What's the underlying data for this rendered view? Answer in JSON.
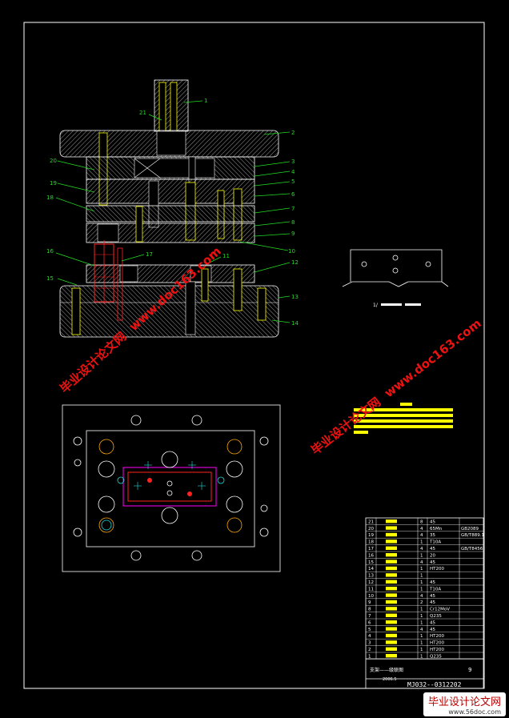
{
  "drawing": {
    "part_numbers": [
      "1",
      "2",
      "3",
      "4",
      "5",
      "6",
      "7",
      "8",
      "9",
      "10",
      "11",
      "12",
      "13",
      "14",
      "15",
      "16",
      "17",
      "18",
      "19",
      "20",
      "21"
    ],
    "scale_label": "1/"
  },
  "title_block": {
    "drawing_number": "MJ032--0312202",
    "name": "支架——级联图",
    "sheet": "9",
    "rows": [
      {
        "no": "21",
        "qty": "8",
        "mat": "45",
        "std": ""
      },
      {
        "no": "20",
        "qty": "4",
        "mat": "65Mn",
        "std": "GB2089"
      },
      {
        "no": "19",
        "qty": "4",
        "mat": "35",
        "std": "GB/T889.1"
      },
      {
        "no": "18",
        "qty": "1",
        "mat": "T10A",
        "std": ""
      },
      {
        "no": "17",
        "qty": "4",
        "mat": "45",
        "std": "GB/T8456"
      },
      {
        "no": "16",
        "qty": "1",
        "mat": "20",
        "std": ""
      },
      {
        "no": "15",
        "qty": "4",
        "mat": "45",
        "std": ""
      },
      {
        "no": "14",
        "qty": "1",
        "mat": "HT200",
        "std": ""
      },
      {
        "no": "13",
        "qty": "1",
        "mat": "",
        "std": ""
      },
      {
        "no": "12",
        "qty": "1",
        "mat": "45",
        "std": ""
      },
      {
        "no": "11",
        "qty": "1",
        "mat": "T10A",
        "std": ""
      },
      {
        "no": "10",
        "qty": "4",
        "mat": "45",
        "std": ""
      },
      {
        "no": "9",
        "qty": "2",
        "mat": "45",
        "std": ""
      },
      {
        "no": "8",
        "qty": "1",
        "mat": "Cr12MoV",
        "std": ""
      },
      {
        "no": "7",
        "qty": "1",
        "mat": "Q235",
        "std": ""
      },
      {
        "no": "6",
        "qty": "1",
        "mat": "45",
        "std": ""
      },
      {
        "no": "5",
        "qty": "4",
        "mat": "45",
        "std": ""
      },
      {
        "no": "4",
        "qty": "1",
        "mat": "HT200",
        "std": ""
      },
      {
        "no": "3",
        "qty": "1",
        "mat": "HT200",
        "std": ""
      },
      {
        "no": "2",
        "qty": "1",
        "mat": "HT200",
        "std": ""
      },
      {
        "no": "1",
        "qty": "1",
        "mat": "Q235",
        "std": ""
      }
    ],
    "date": "2006.5"
  },
  "watermarks": {
    "cn": "毕业设计论文网",
    "url": "www.doc163.com"
  },
  "footer": {
    "brand": "毕业设计论文网",
    "site": "www.56doc.com"
  },
  "colors": {
    "frame": "#ffffff",
    "hatch": "#ffffff",
    "leader": "#22dd22",
    "yellow": "#ffff00",
    "red": "#ff2222",
    "magenta": "#ff00ff",
    "cyan": "#22dddd"
  }
}
